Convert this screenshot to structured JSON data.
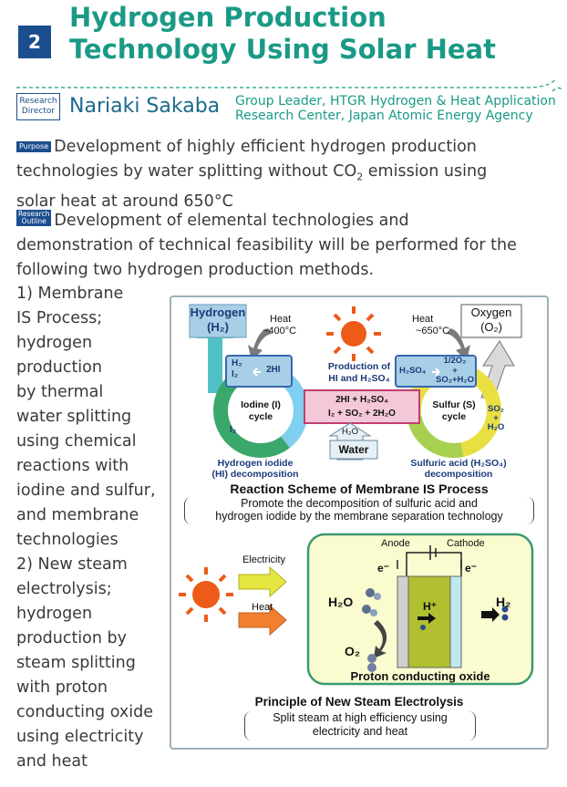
{
  "header": {
    "number": "2",
    "title_line1": "Hydrogen Production",
    "title_line2": "Technology Using Solar Heat",
    "role_line1": "Research",
    "role_line2": "Director",
    "author": "Nariaki Sakaba",
    "affiliation_line1": "Group Leader, HTGR Hydrogen & Heat Application",
    "affiliation_line2": "Research Center, Japan Atomic Energy Agency"
  },
  "purpose": {
    "tag": "Purpose",
    "line1": "Development of highly efficient hydrogen production",
    "line2_pre": "technologies by water splitting without CO",
    "line2_sub": "2",
    "line2_post": " emission using",
    "line3": "solar heat at around 650°C"
  },
  "outline": {
    "tag_line1": "Research",
    "tag_line2": "Outline",
    "line1": "Development of elemental technologies and",
    "line2": "demonstration of technical feasibility will be performed for the",
    "line3": "following two hydrogen production methods."
  },
  "methods": [
    "1) Membrane",
    "IS Process;",
    "hydrogen",
    "production",
    "by thermal",
    "water splitting",
    "using chemical",
    "reactions with",
    "iodine and sulfur,",
    "and membrane",
    "technologies",
    "2) New steam",
    "electrolysis;",
    "hydrogen",
    "production by",
    "steam splitting",
    "with proton",
    "conducting oxide",
    "using electricity",
    "and heat"
  ],
  "diagram1": {
    "hydrogen": "Hydrogen",
    "h2": "(H₂)",
    "heat_left": "Heat",
    "heat_left_temp": "~400°C",
    "heat_right": "Heat",
    "heat_right_temp": "~650°C",
    "oxygen": "Oxygen",
    "o2": "(O₂)",
    "left_box_a": "H₂",
    "left_box_b": "I₂",
    "left_box_c": "2HI",
    "production1": "Production of",
    "production2": "HI and H₂SO₄",
    "right_box_a": "H₂SO₄",
    "right_box_b": "1/2O₂",
    "right_box_c": "+",
    "right_box_d": "SO₂+H₂O",
    "iodine1": "Iodine (I)",
    "iodine2": "cycle",
    "center1": "2HI + H₂SO₄",
    "center2": "I₂ + SO₂ + 2H₂O",
    "sulfur1": "Sulfur (S)",
    "sulfur2": "cycle",
    "i2": "I₂",
    "so2": "SO₂",
    "plus": "+",
    "h2o_small": "H₂O",
    "h2o_water": "H₂O",
    "water": "Water",
    "hi_dec1": "Hydrogen iodide",
    "hi_dec2": "(HI) decomposition",
    "sa_dec1": "Sulfuric acid (H₂SO₄)",
    "sa_dec2": "decomposition",
    "caption": "Reaction Scheme of Membrane IS Process",
    "note1": "Promote the decomposition of sulfuric acid and",
    "note2": "hydrogen iodide by the membrane separation technology"
  },
  "diagram2": {
    "electricity": "Electricity",
    "heat": "Heat",
    "anode": "Anode",
    "cathode": "Cathode",
    "e_left": "e⁻",
    "e_right": "e⁻",
    "h2o": "H₂O",
    "hplus": "H⁺",
    "h2": "H₂",
    "o2": "O₂",
    "oxide": "Proton conducting oxide",
    "caption": "Principle of New Steam Electrolysis",
    "note1": "Split steam at high efficiency using",
    "note2": "electricity and heat"
  },
  "colors": {
    "title": "#1a9a86",
    "badge": "#1b4e8e",
    "yellow": "#e8e040",
    "panel_border": "#9fb0b8"
  }
}
